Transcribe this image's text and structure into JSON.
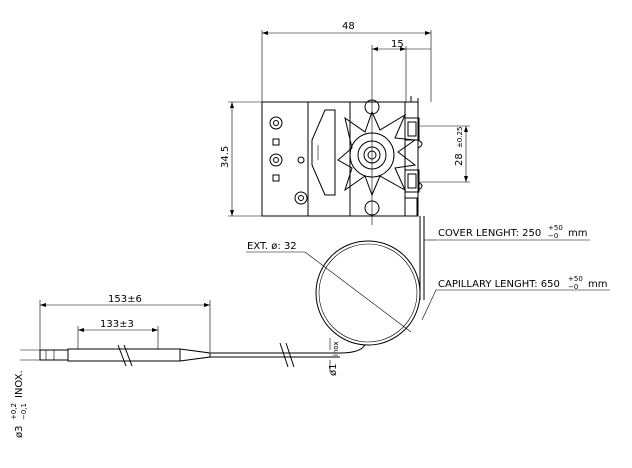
{
  "dims": {
    "top_width": "48",
    "top_offset": "15",
    "height_left": "34.5",
    "height_right": "28",
    "height_right_tol": "±0.25",
    "bulb_total": "153±6",
    "bulb_inner": "133±3"
  },
  "labels": {
    "ext_diameter": "EXT. ø: 32",
    "cover_text": "COVER LENGHT: 250",
    "cover_tol_plus": "+50",
    "cover_tol_minus": "−0",
    "cover_unit": "mm",
    "capillary_text": "CAPILLARY LENGHT: 650",
    "capillary_tol_plus": "+50",
    "capillary_tol_minus": "−0",
    "capillary_unit": "mm",
    "inox_diameter": "ø1",
    "inox_label": "inox",
    "bulb_diameter": "ø3",
    "bulb_tol_plus": "+0,2",
    "bulb_tol_minus": "−0,1",
    "bulb_material": "INOX."
  }
}
